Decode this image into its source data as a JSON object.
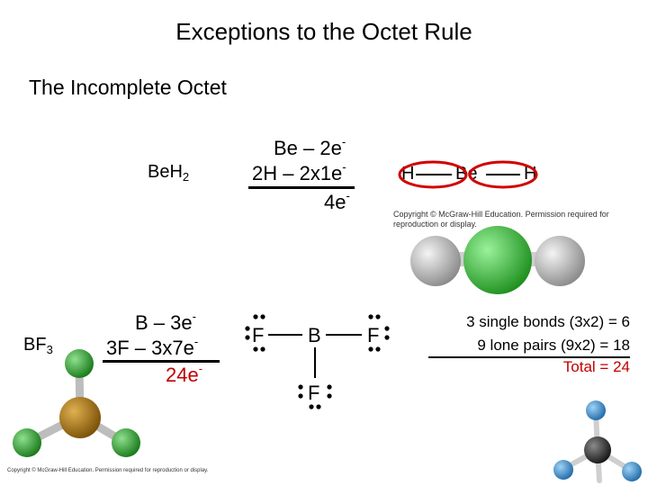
{
  "title": "Exceptions to the Octet Rule",
  "subtitle": "The Incomplete Octet",
  "beh2": {
    "formula": "Be",
    "formula_h": "H",
    "formula_sub": "2",
    "calc_line1": "Be – 2e",
    "calc_line2": "2H – 2x1e",
    "calc_total": "4e",
    "electron_sup": "-",
    "lewis_h_left": "H",
    "lewis_be": "Be",
    "lewis_h_right": "H",
    "copyright": "Copyright © McGraw-Hill Education. Permission required for reproduction or display."
  },
  "bf3": {
    "formula": "BF",
    "formula_sub": "3",
    "calc_line1": "B – 3e",
    "calc_line2": "3F – 3x7e",
    "calc_total": "24e",
    "electron_sup": "-",
    "lewis_f_left": "F",
    "lewis_b": "B",
    "lewis_f_right": "F",
    "lewis_f_bottom": "F",
    "bonds_line1": "3 single bonds (3x2) =   6",
    "bonds_line2": "9 lone pairs (9x2) = 18",
    "bonds_total": "Total = 24",
    "copyright": "Copyright © McGraw-Hill Education. Permission required for reproduction or display."
  },
  "colors": {
    "accent_red": "#c00000",
    "fluorine_green": "#2e9e2e",
    "boron_brown": "#a07010",
    "beryllium_green": "#2fbf2f",
    "hydrogen_gray": "#b8b8b8",
    "blue_atom": "#3b8fd0",
    "carbon_dark": "#333333"
  }
}
